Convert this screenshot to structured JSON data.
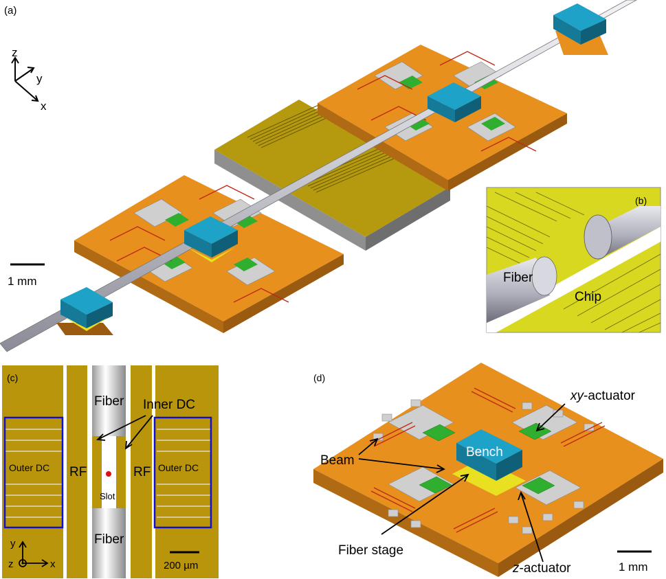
{
  "panel_a": {
    "tag": "(a)",
    "axes": {
      "z": "z",
      "y": "y",
      "x": "x"
    },
    "scale_label": "1 mm"
  },
  "panel_b": {
    "tag": "(b)",
    "fiber_label": "Fiber",
    "chip_label": "Chip"
  },
  "panel_c": {
    "tag": "(c)",
    "fiber_top": "Fiber",
    "fiber_bottom": "Fiber",
    "inner_dc": "Inner DC",
    "outer_dc_left": "Outer DC",
    "outer_dc_right": "Outer DC",
    "rf_left": "RF",
    "rf_right": "RF",
    "slot": "Slot",
    "axis_y": "y",
    "axis_z": "z",
    "axis_x": "x",
    "scale_label": "200 µm"
  },
  "panel_d": {
    "tag": "(d)",
    "xy_actuator_italic": "xy",
    "xy_actuator_rest": "-actuator",
    "beam": "Beam",
    "bench": "Bench",
    "fiber_stage": "Fiber stage",
    "z_actuator_italic": "z",
    "z_actuator_rest": "-actuator",
    "scale_label": "1 mm"
  },
  "colors": {
    "orange": "#E8901E",
    "gold": "#B8950A",
    "yellow": "#D8D020",
    "cyan": "#1FA2C8",
    "green": "#30B030",
    "outline_blue": "#1010D0",
    "slot_dot": "#E01010"
  }
}
